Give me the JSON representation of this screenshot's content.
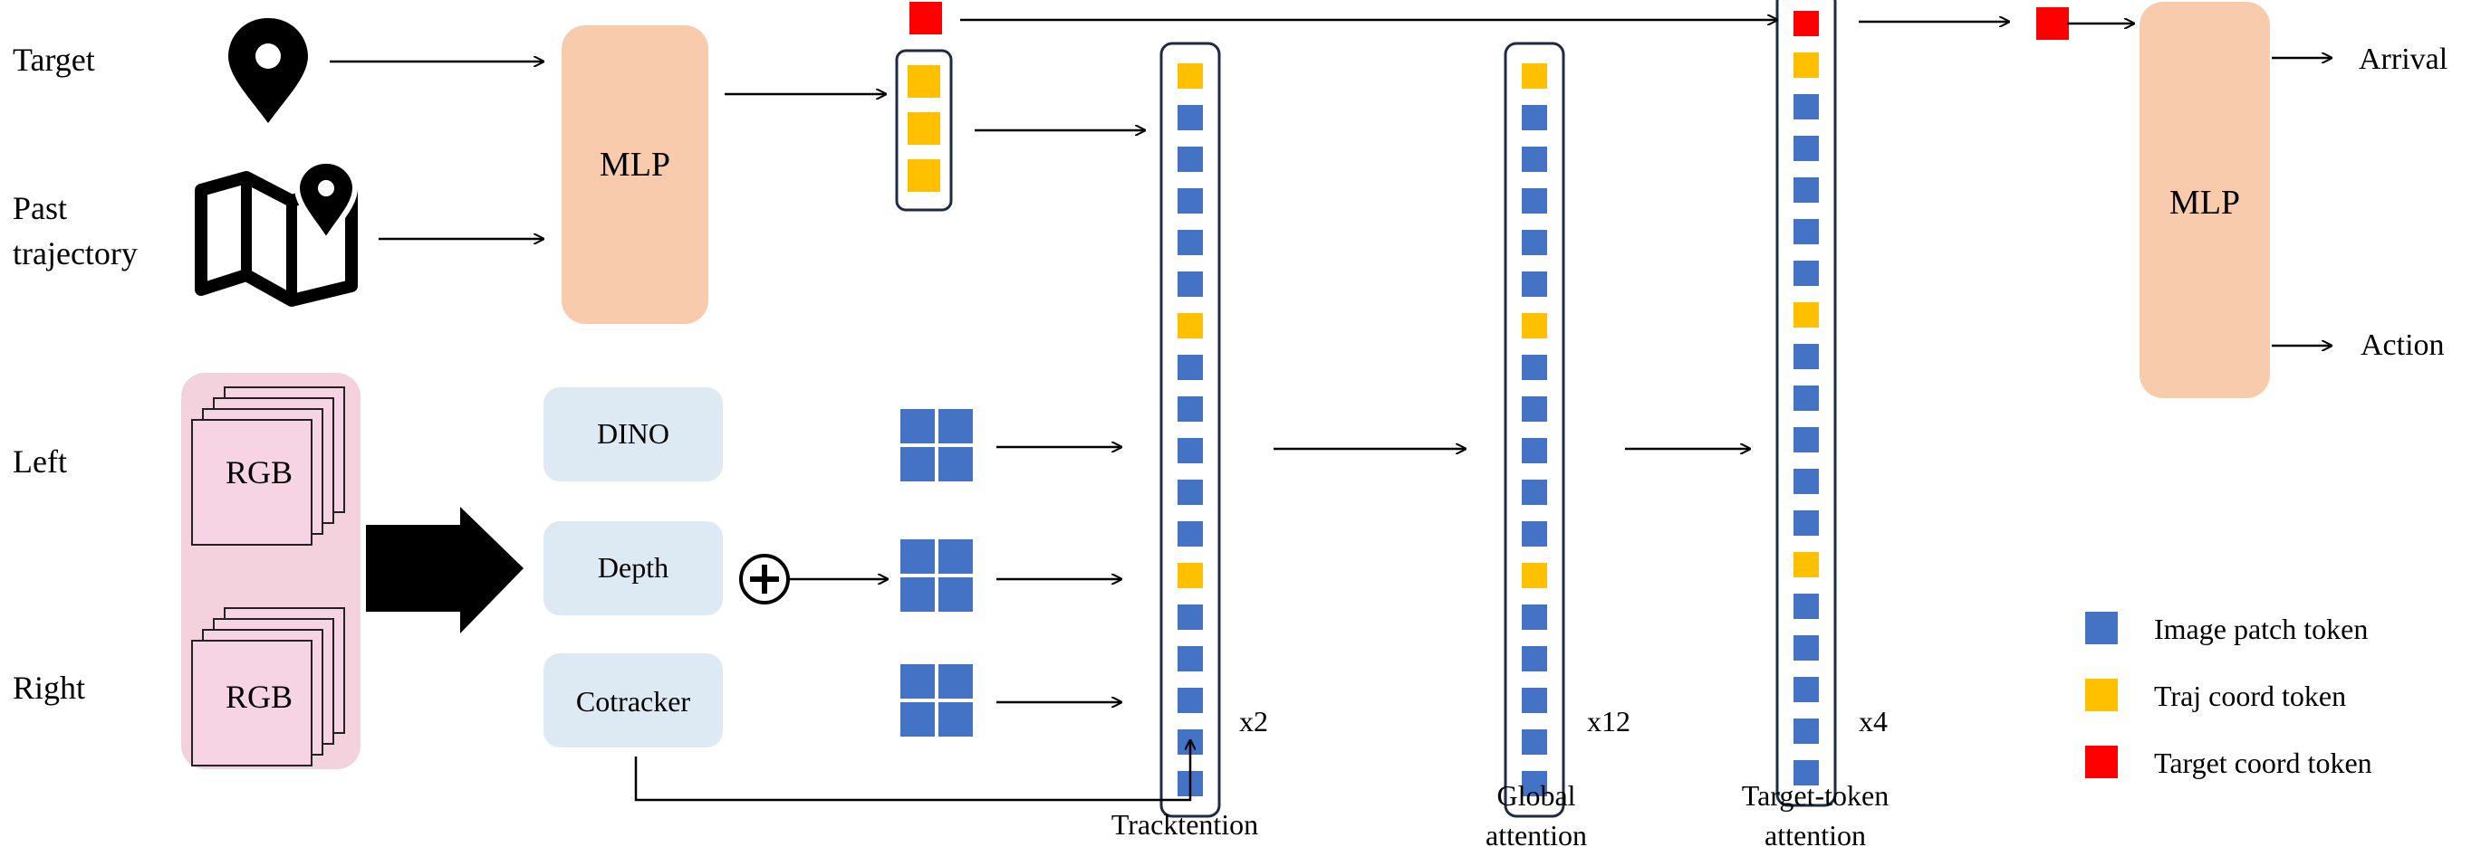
{
  "inputs": {
    "target": "Target",
    "past_trajectory_line1": "Past",
    "past_trajectory_line2": "trajectory",
    "left": "Left",
    "right": "Right"
  },
  "rgb": {
    "left_label": "RGB",
    "right_label": "RGB"
  },
  "encoders": {
    "mlp_in": "MLP",
    "dino": "DINO",
    "depth": "Depth",
    "cotracker": "Cotracker"
  },
  "attention": {
    "tracktention_label": "Tracktention",
    "tracktention_repeat": "x2",
    "global_label_line1": "Global",
    "global_label_line2": "attention",
    "global_repeat": "x12",
    "target_label_line1": "Target-token",
    "target_label_line2": "attention",
    "target_repeat": "x4"
  },
  "output": {
    "mlp_out": "MLP",
    "arrival": "Arrival",
    "action": "Action"
  },
  "legend": {
    "image_patch": "Image patch token",
    "traj_coord": "Traj coord token",
    "target_coord": "Target coord token"
  },
  "colors": {
    "mlp_fill": "#f8cbad",
    "encoder_fill": "#dde9f3",
    "rgb_panel_fill": "#f3d1dd",
    "rgb_frame_fill": "#f7d4e3",
    "image_token": "#4472c4",
    "traj_token": "#ffc000",
    "target_token": "#ff0000"
  }
}
